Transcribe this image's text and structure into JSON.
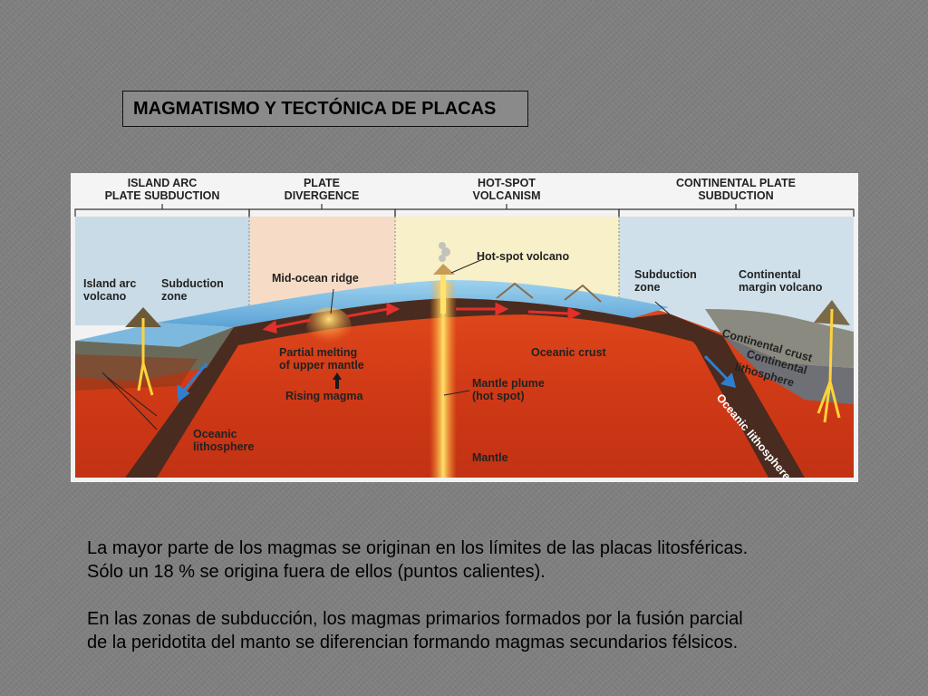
{
  "title": "MAGMATISMO Y TECTÓNICA DE PLACAS",
  "diagram": {
    "sections": [
      {
        "line1": "ISLAND ARC",
        "line2": "PLATE SUBDUCTION"
      },
      {
        "line1": "PLATE",
        "line2": "DIVERGENCE"
      },
      {
        "line1": "HOT-SPOT",
        "line2": "VOLCANISM"
      },
      {
        "line1": "CONTINENTAL PLATE",
        "line2": "SUBDUCTION"
      }
    ],
    "labels": {
      "island_arc_volcano_1": "Island arc",
      "island_arc_volcano_2": "volcano",
      "subduction_zone_left_1": "Subduction",
      "subduction_zone_left_2": "zone",
      "mid_ocean_ridge": "Mid-ocean ridge",
      "hot_spot_volcano": "Hot-spot volcano",
      "subduction_zone_right_1": "Subduction",
      "subduction_zone_right_2": "zone",
      "continental_margin_volcano_1": "Continental",
      "continental_margin_volcano_2": "margin volcano",
      "partial_melting_1": "Partial melting",
      "partial_melting_2": "of upper mantle",
      "rising_magma": "Rising magma",
      "oceanic_crust": "Oceanic crust",
      "mantle_plume_1": "Mantle plume",
      "mantle_plume_2": "(hot spot)",
      "oceanic_lithosphere_left_1": "Oceanic",
      "oceanic_lithosphere_left_2": "lithosphere",
      "mantle": "Mantle",
      "continental_crust": "Continental crust",
      "continental_lithosphere_1": "Continental",
      "continental_lithosphere_2": "lithosphere",
      "oceanic_lithosphere_right": "Oceanic lithosphere"
    }
  },
  "paragraphs": [
    {
      "line1": "La mayor parte de los magmas se originan en los límites de las placas litosféricas.",
      "line2": "Sólo un 18 % se origina fuera de ellos (puntos calientes)."
    },
    {
      "line1": "En las zonas de subducción, los magmas primarios formados por la fusión parcial",
      "line2": "de la peridotita del manto se diferencian formando magmas secundarios félsicos."
    }
  ],
  "colors": {
    "background": "#7f7f7f",
    "mantle": "#d8451a",
    "lithosphere": "#4a2b20",
    "ocean": "#7fbfe3",
    "arrow_red": "#e2302a",
    "arrow_blue": "#2f7fd1",
    "magma": "#ffd23a"
  }
}
